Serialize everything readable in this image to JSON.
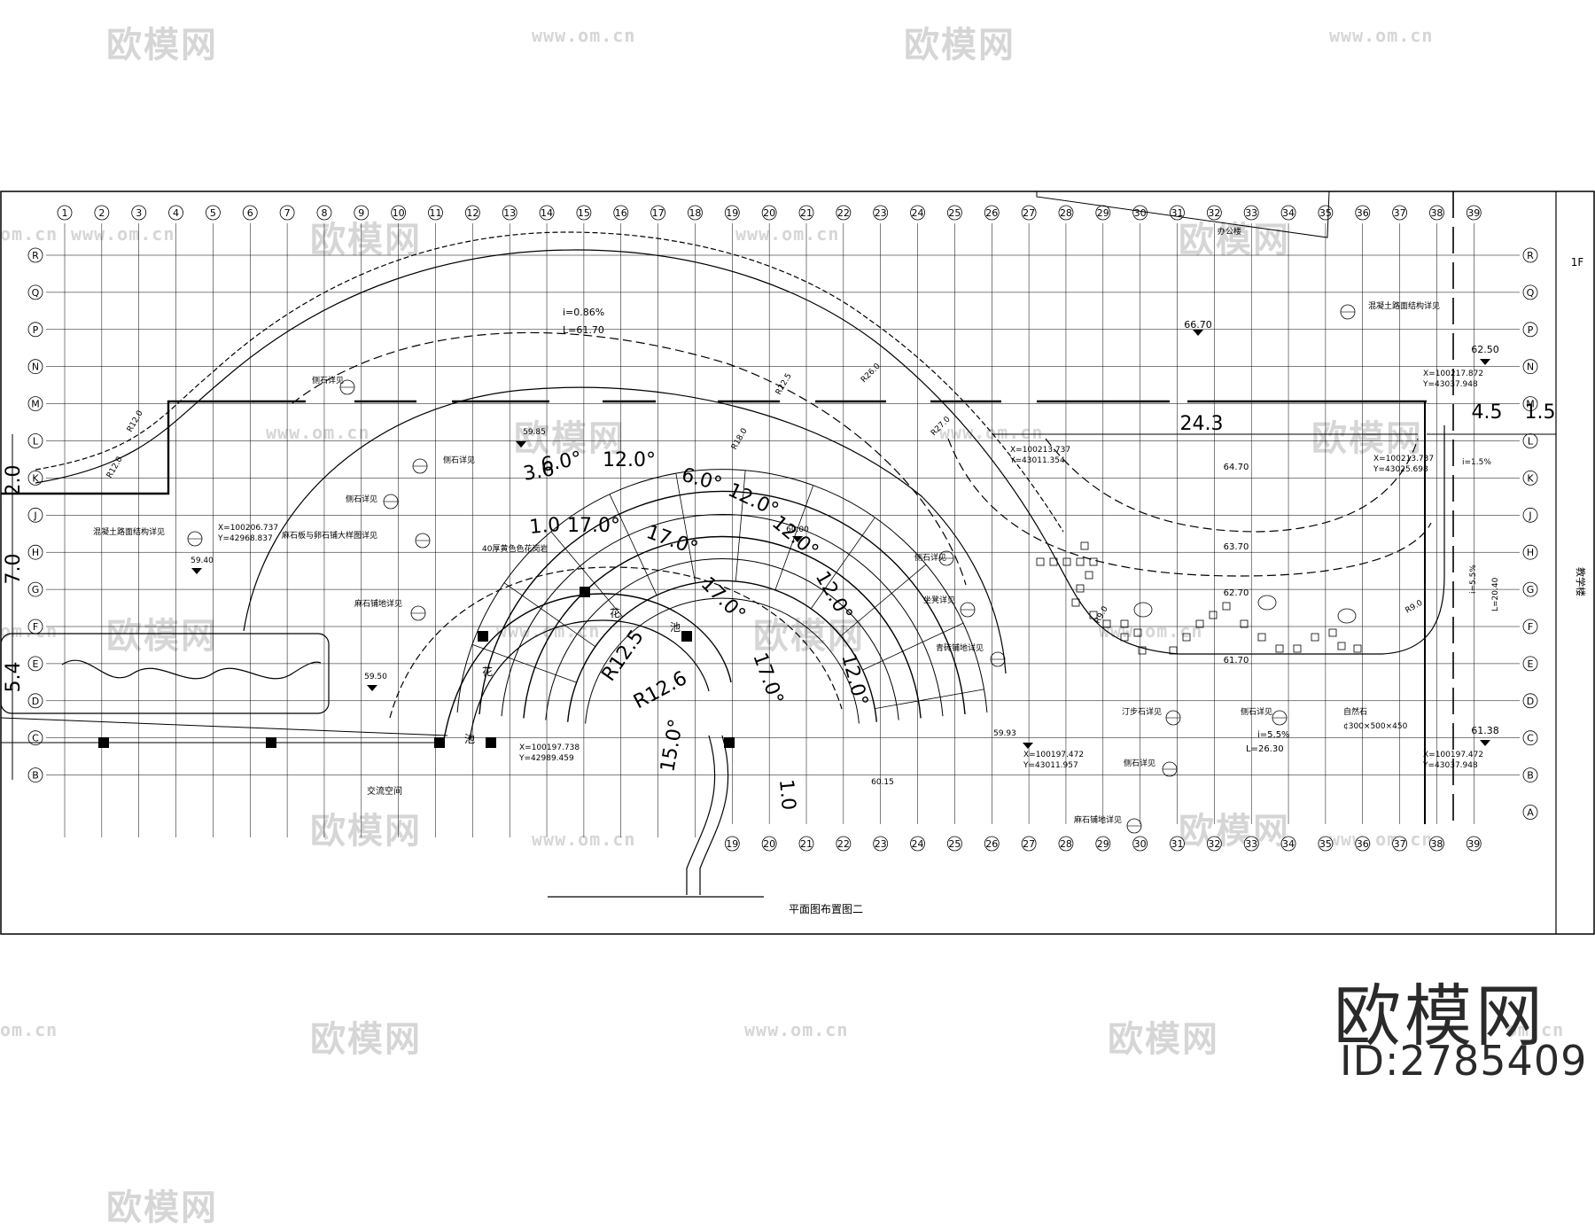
{
  "watermark": {
    "logo_text": "欧模网",
    "url_text": "www.om.cn",
    "url_short": "om.cn"
  },
  "brand": {
    "name": "欧模网",
    "id_label": "ID:2785409"
  },
  "drawing": {
    "title": "平面图布置图二",
    "top_axis": [
      "1",
      "2",
      "3",
      "4",
      "5",
      "6",
      "7",
      "8",
      "9",
      "10",
      "11",
      "12",
      "13",
      "14",
      "15",
      "16",
      "17",
      "18",
      "19",
      "20",
      "21",
      "22",
      "23",
      "24",
      "25",
      "26",
      "27",
      "28",
      "29",
      "30",
      "31",
      "32",
      "33",
      "34",
      "35",
      "36",
      "37",
      "38",
      "39"
    ],
    "bottom_axis": [
      "19",
      "20",
      "21",
      "22",
      "23",
      "24",
      "25",
      "26",
      "27",
      "28",
      "29",
      "30",
      "31",
      "32",
      "33",
      "34",
      "35",
      "36",
      "37",
      "38",
      "39"
    ],
    "left_axis": [
      "R",
      "Q",
      "P",
      "N",
      "M",
      "L",
      "K",
      "J",
      "H",
      "G",
      "F",
      "E",
      "D",
      "C",
      "B"
    ],
    "right_axis": [
      "R",
      "Q",
      "P",
      "N",
      "M",
      "L",
      "K",
      "J",
      "H",
      "G",
      "F",
      "E",
      "D",
      "C",
      "B",
      "A"
    ],
    "dimensions": {
      "width_24_3": "24.3",
      "width_4_5": "4.5",
      "width_1_5": "1.5",
      "left_2_0": "2.0",
      "left_7_0": "7.0",
      "left_5_4": "5.4",
      "r12_5": "R12.5",
      "r12_6": "R12.6",
      "angle_15": "15.0°",
      "angle_6": "6.0°",
      "angle_12": "12.0°",
      "angle_17": "17.0°",
      "len_1": "1.0",
      "dim_3_6": "3.6"
    },
    "labels": {
      "slope_top": "i=0.86%",
      "len_top": "L=61.70",
      "elev_6670": "66.70",
      "elev_6250": "62.50",
      "elev_6138": "61.38",
      "elev_6470": "64.70",
      "elev_6370": "63.70",
      "elev_6270": "62.70",
      "elev_6170": "61.70",
      "elev_5940": "59.40",
      "elev_5950": "59.50",
      "elev_6000": "60.00",
      "elev_5985": "59.85",
      "elev_5993": "59.93",
      "elev_6015": "60.15",
      "slope_55": "i=5.5%",
      "len_2630": "L=26.30",
      "slope_15": "i=1.5%",
      "slope_55v": "i=5.5%",
      "len_2040": "L=20.40",
      "coord_a_x": "X=100206.737",
      "coord_a_y": "Y=42968.837",
      "coord_b_x": "X=100197.738",
      "coord_b_y": "Y=42989.459",
      "coord_c_x": "X=100213.737",
      "coord_c_y": "Y=43011.354",
      "coord_d_x": "X=100213.737",
      "coord_d_y": "Y=43025.698",
      "coord_e_x": "X=100197.472",
      "coord_e_y": "Y=43011.957",
      "coord_f_x": "X=100197.472",
      "coord_f_y": "Y=43037.948",
      "coord_g_x": "X=100217.872",
      "coord_g_y": "Y=43037.948",
      "note_curb1": "侧石详见",
      "note_concrete": "混凝土路面结构详见",
      "note_curb2": "侧石详见",
      "note_granite": "麻石板与卵石铺大样图详见",
      "note_flower": "40厚黄色色花岗岩",
      "note_paving": "麻石铺地详见",
      "note_curb3": "侧石详见",
      "note_bench": "坐凳详见",
      "note_bluestone": "青砖铺地详见",
      "note_stepstone": "汀步石详见",
      "note_curb4": "侧石详见",
      "note_natural": "自然石",
      "note_size": "¢300×500×450",
      "note_curb5": "侧石详见",
      "note_paving2": "麻石铺地详见",
      "note_concrete2": "混凝土路面结构详见",
      "space_exchange": "交流空间",
      "office": "办公楼",
      "floor_1f": "1F",
      "teaching": "教学楼",
      "flower_bed_1": "花",
      "flower_bed_2": "池",
      "r_label_12": "R12.0",
      "r_label_18": "R18.0",
      "r_label_225": "R22.5",
      "r_label_26": "R26.0",
      "r_label_27": "R27.0",
      "r_label_89": "R9.0",
      "r_label_89b": "R9.0",
      "r_label_89c": "R9.0"
    }
  },
  "colors": {
    "line": "#000000",
    "watermark": "#d6d6d6",
    "brand": "#2a2a2a"
  }
}
